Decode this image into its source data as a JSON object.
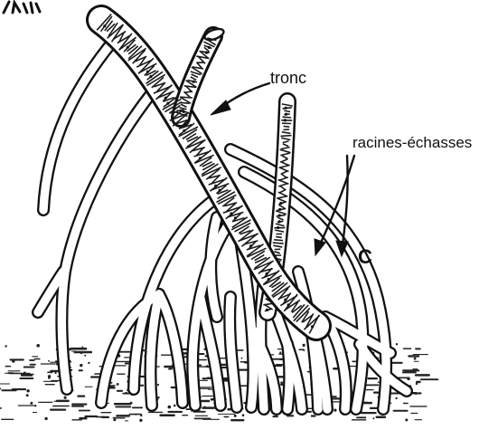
{
  "figure": {
    "labels": {
      "trunk": "tronc",
      "stilt_roots": "racines-échasses",
      "panel_letter": "C"
    }
  }
}
